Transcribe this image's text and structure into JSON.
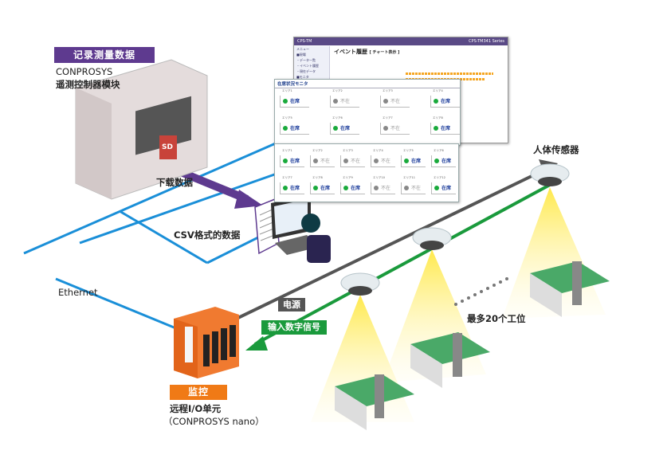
{
  "colors": {
    "purple": "#5e3a8f",
    "ethernet_blue": "#1a8fd8",
    "power_gray": "#555555",
    "signal_green": "#1a9a3c",
    "monitor_orange": "#f07a16",
    "present_green": "#1aaa3c",
    "absent_gray": "#888888"
  },
  "controller": {
    "badge": "记录测量数据",
    "line1": "CONPROSYS",
    "line2": "遥测控制器模块",
    "sd_label": "SD"
  },
  "download_label": "下载数据",
  "csv_label": "CSV格式的数据",
  "ethernet_label": "Ethernet",
  "remote_io": {
    "badge": "监控",
    "line1": "远程I/O单元",
    "line2": "（CONPROSYS nano）"
  },
  "power_label": "电源",
  "signal_label": "输入数字信号",
  "sensor_label": "人体传感器",
  "workstations_label": "最多20个工位",
  "event_window": {
    "app": "CPS-TM",
    "series": "CPS-TM341 Series",
    "title": "イベント履歴",
    "subtitle": "[ チャート表示 ]",
    "menu": [
      "メニュー",
      "■現場",
      "・データ一覧",
      "・イベント履歴",
      "・現在データ",
      "■モニタ",
      "・表示"
    ]
  },
  "monitor_panel": {
    "title": "在席状況モニタ",
    "top_cells": [
      {
        "id": "エリア1",
        "status": "在席",
        "present": true
      },
      {
        "id": "エリア2",
        "status": "不在",
        "present": false
      },
      {
        "id": "エリア3",
        "status": "不在",
        "present": false
      },
      {
        "id": "エリア4",
        "status": "在席",
        "present": true
      },
      {
        "id": "エリア5",
        "status": "在席",
        "present": true
      },
      {
        "id": "エリア6",
        "status": "在席",
        "present": true
      },
      {
        "id": "エリア7",
        "status": "不在",
        "present": false
      },
      {
        "id": "エリア8",
        "status": "在席",
        "present": true
      }
    ],
    "bottom_cells": [
      {
        "id": "エリア1",
        "status": "在席",
        "present": true
      },
      {
        "id": "エリア2",
        "status": "不在",
        "present": false
      },
      {
        "id": "エリア3",
        "status": "不在",
        "present": false
      },
      {
        "id": "エリア4",
        "status": "不在",
        "present": false
      },
      {
        "id": "エリア5",
        "status": "在席",
        "present": true
      },
      {
        "id": "エリア6",
        "status": "在席",
        "present": true
      },
      {
        "id": "エリア7",
        "status": "在席",
        "present": true
      },
      {
        "id": "エリア8",
        "status": "在席",
        "present": true
      },
      {
        "id": "エリア9",
        "status": "在席",
        "present": true
      },
      {
        "id": "エリア10",
        "status": "不在",
        "present": false
      },
      {
        "id": "エリア11",
        "status": "不在",
        "present": false
      },
      {
        "id": "エリア12",
        "status": "在席",
        "present": true
      }
    ]
  }
}
